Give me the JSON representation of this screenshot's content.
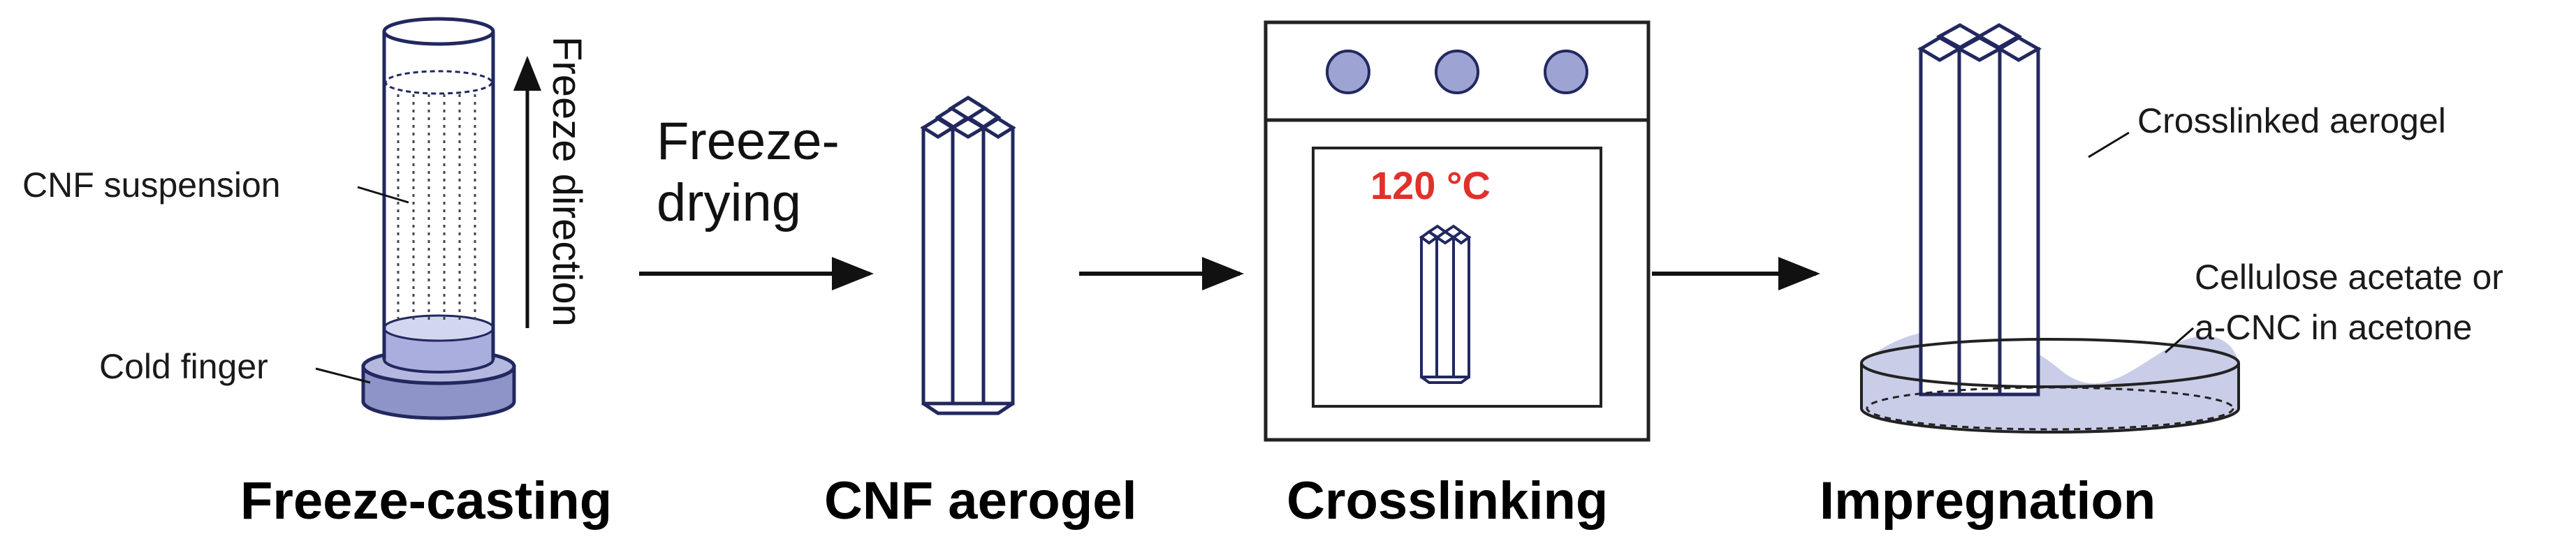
{
  "steps": [
    {
      "label": "Freeze-casting"
    },
    {
      "label": "CNF aerogel"
    },
    {
      "label": "Crosslinking"
    },
    {
      "label": "Impregnation"
    }
  ],
  "annotations": {
    "cnf_suspension": "CNF suspension",
    "cold_finger": "Cold finger",
    "freeze_direction": "Freeze direction",
    "freeze_drying_line1": "Freeze-",
    "freeze_drying_line2": "drying",
    "oven_temperature": "120 °C",
    "crosslinked_aerogel": "Crosslinked aerogel",
    "impregnation_line1": "Cellulose acetate or",
    "impregnation_line2": "a-CNC in acetone"
  },
  "colors": {
    "outline": "#22285f",
    "fill": "#9da3d2",
    "fill_light": "#c9cde8",
    "accent_red": "#e2302b"
  }
}
